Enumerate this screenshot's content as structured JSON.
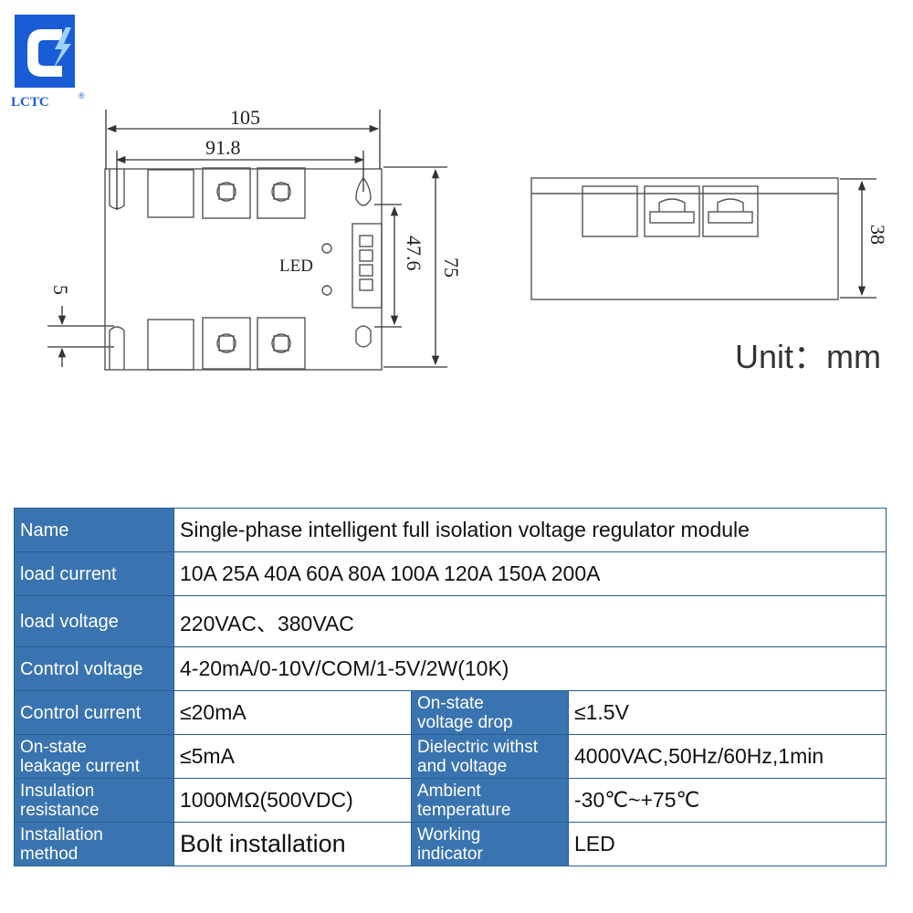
{
  "logo": {
    "mark": "C",
    "brand": "LCTC",
    "reg": "®",
    "accent": "#1a5bd6"
  },
  "drawing": {
    "top_view": {
      "dim_overall_width": "105",
      "dim_hole_spacing": "91.8",
      "dim_hole_vertical": "47.6",
      "dim_overall_height": "75",
      "dim_slot": "5",
      "led_label": "LED"
    },
    "side_view": {
      "dim_height": "38"
    },
    "unit": "Unit：mm"
  },
  "specs": {
    "colors": {
      "header_bg": "#3a74b0",
      "border": "#2a5d8f"
    },
    "rows": [
      {
        "k": "Name",
        "v": "Single-phase intelligent full isolation voltage regulator module"
      },
      {
        "k": "load current",
        "v": "10A  25A  40A  60A  80A 100A  120A 150A 200A"
      },
      {
        "k": "load voltage",
        "v": "220VAC、380VAC"
      },
      {
        "k": "Control voltage",
        "v": "4-20mA/0-10V/COM/1-5V/2W(10K)"
      },
      {
        "k1": "Control current",
        "v1": "≤20mA",
        "k2a": "On-state",
        "k2b": "voltage drop",
        "v2": "≤1.5V"
      },
      {
        "k1a": "On-state",
        "k1b": "leakage current",
        "v1": "≤5mA",
        "k2a": "Dielectric withst",
        "k2b": "and voltage",
        "v2": "4000VAC,50Hz/60Hz,1min"
      },
      {
        "k1a": "Insulation",
        "k1b": "resistance",
        "v1": "1000MΩ(500VDC)",
        "k2a": "Ambient",
        "k2b": "temperature",
        "v2": "-30℃~+75℃"
      },
      {
        "k1a": "Installation",
        "k1b": "method",
        "v1": "Bolt installation",
        "k2a": "Working",
        "k2b": "indicator",
        "v2": "LED"
      }
    ]
  }
}
